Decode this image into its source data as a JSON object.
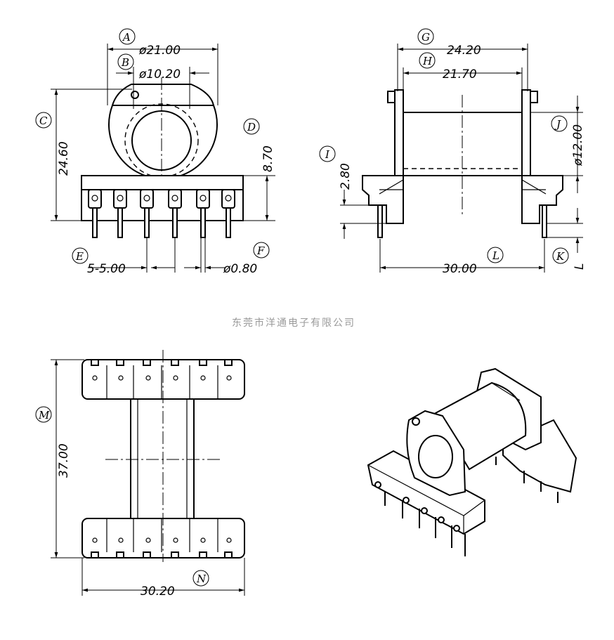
{
  "company": "东莞市洋通电子有限公司",
  "front_view": {
    "dim_A": "ø21.00",
    "label_A": "A",
    "dim_B": "ø10.20",
    "label_B": "B",
    "dim_C": "24.60",
    "label_C": "C",
    "dim_D": "8.70",
    "label_D": "D",
    "dim_E": "5-5.00",
    "label_E": "E",
    "dim_F": "ø0.80",
    "label_F": "F"
  },
  "side_view": {
    "dim_G": "24.20",
    "label_G": "G",
    "dim_H": "21.70",
    "label_H": "H",
    "dim_I": "2.80",
    "label_I": "I",
    "dim_J": "ø12.00",
    "label_J": "J",
    "dim_K": "K",
    "label_L_right": "L",
    "dim_L": "30.00",
    "label_L": "L"
  },
  "top_view": {
    "dim_M": "37.00",
    "label_M": "M",
    "dim_N": "30.20",
    "label_N": "N"
  }
}
